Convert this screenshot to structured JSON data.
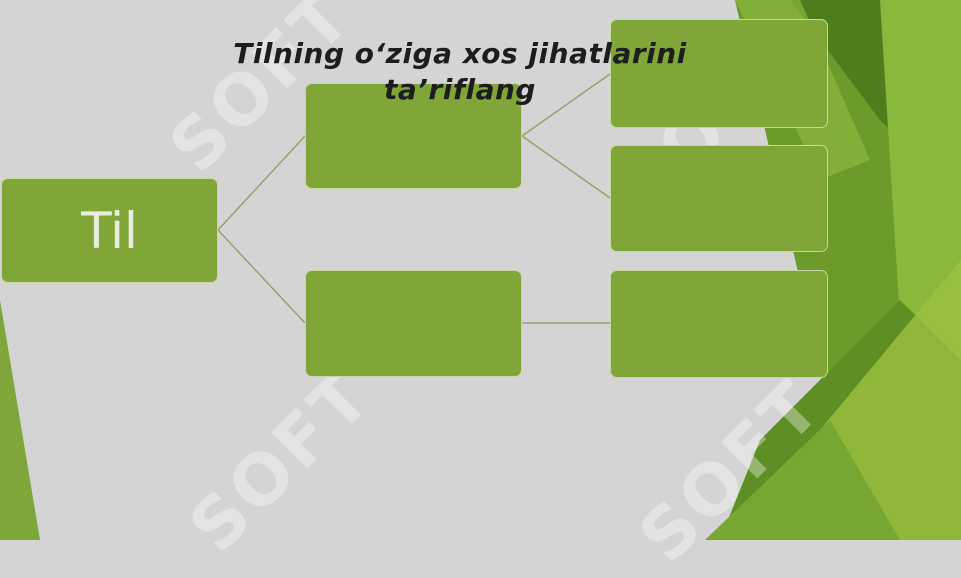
{
  "slide": {
    "title_line1": "Tilning o‘ziga xos jihatlarini",
    "title_line2": "ta’riflang"
  },
  "diagram": {
    "root": {
      "label": "Til"
    },
    "level1": [
      {
        "label": ""
      },
      {
        "label": ""
      }
    ],
    "level2": [
      {
        "label": ""
      },
      {
        "label": ""
      },
      {
        "label": ""
      }
    ]
  },
  "colors": {
    "background": "#d4d4d4",
    "node_fill": "#80a637",
    "connector": "#8fa66a",
    "accent_dark": "#4e7a1e",
    "accent_light": "#9cc040"
  }
}
